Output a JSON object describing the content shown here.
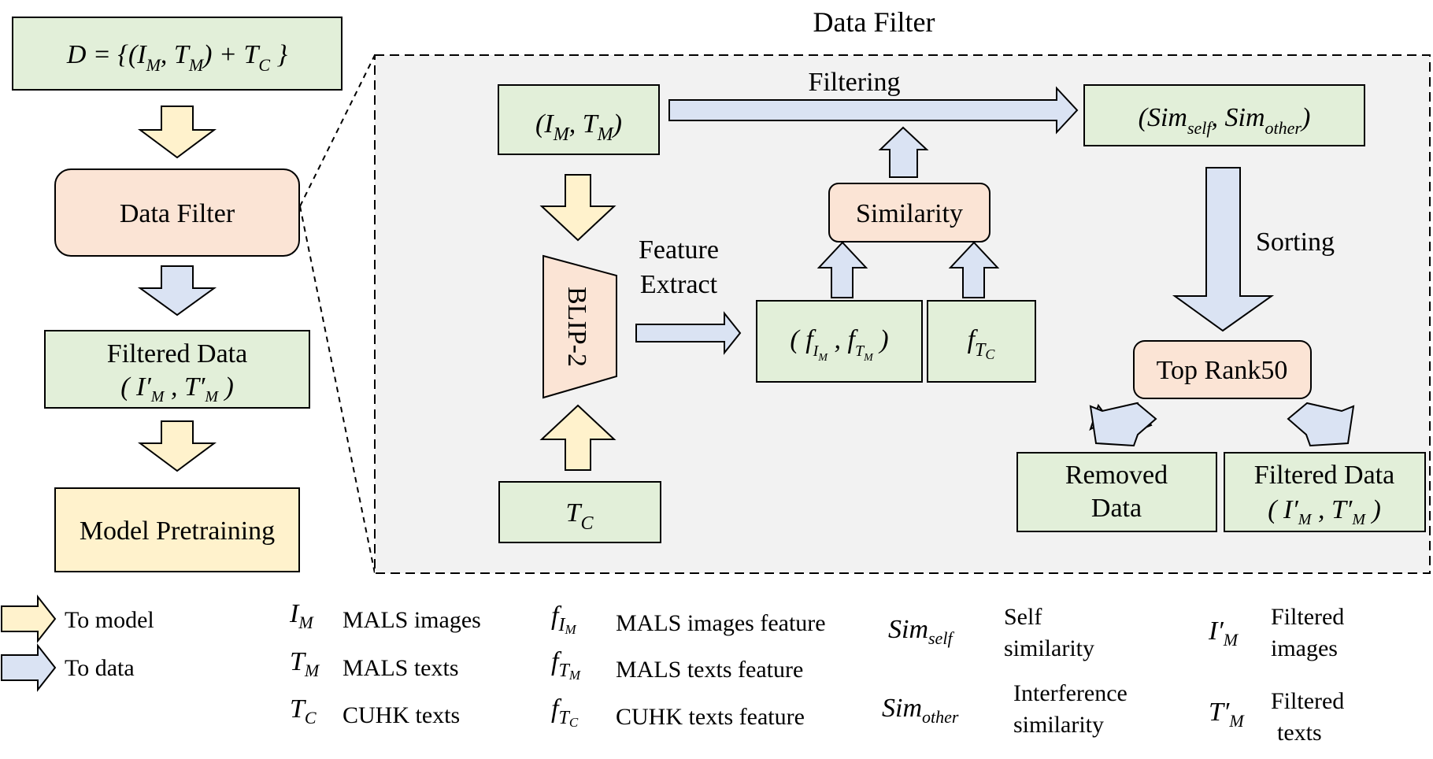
{
  "title": "Data Filter",
  "left_flow": {
    "dataset_formula": "D = {(I_M, T_M) + T_C}",
    "data_filter_label": "Data Filter",
    "filtered_data_label": "Filtered Data",
    "filtered_data_tuple": "(I′_M, T′_M)",
    "model_pretraining_label": "Model Pretraining"
  },
  "detail": {
    "input_pair": "(I_M, T_M)",
    "filtering_label": "Filtering",
    "sim_pair": "(Sim_self, Sim_other)",
    "blip2_label": "BLIP-2",
    "feature_extract_line1": "Feature",
    "feature_extract_line2": "Extract",
    "similarity_label": "Similarity",
    "feature_pair": "(f_I_M, f_T_M)",
    "text_feature": "f_T_C",
    "tc_input": "T_C",
    "sorting_label": "Sorting",
    "top_rank_label": "Top Rank50",
    "removed_line1": "Removed",
    "removed_line2": "Data",
    "filtered_line1": "Filtered Data",
    "filtered_tuple": "(I′_M, T′_M)"
  },
  "legend": {
    "to_model": "To model",
    "to_data": "To data",
    "items": [
      {
        "symbol": "I_M",
        "desc": "MALS images"
      },
      {
        "symbol": "T_M",
        "desc": "MALS texts"
      },
      {
        "symbol": "T_C",
        "desc": "CUHK texts"
      },
      {
        "symbol": "f_I_M",
        "desc": "MALS images feature"
      },
      {
        "symbol": "f_T_M",
        "desc": "MALS texts feature"
      },
      {
        "symbol": "f_T_C",
        "desc": "CUHK texts feature"
      },
      {
        "symbol": "Sim_self",
        "desc_line1": "Self",
        "desc_line2": "similarity"
      },
      {
        "symbol": "Sim_other",
        "desc_line1": "Interference",
        "desc_line2": "similarity"
      },
      {
        "symbol": "I′_M",
        "desc_line1": "Filtered",
        "desc_line2": "images"
      },
      {
        "symbol": "T′_M",
        "desc_line1": "Filtered",
        "desc_line2": "texts"
      }
    ]
  },
  "colors": {
    "green_fill": "#e2efd9",
    "orange_fill": "#fbe4d5",
    "yellow_fill": "#fff2cc",
    "blue_fill": "#dae3f3",
    "panel_fill": "#f2f2f2",
    "stroke": "#000000"
  }
}
